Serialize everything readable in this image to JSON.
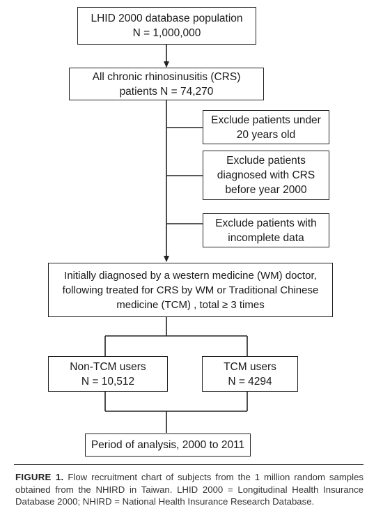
{
  "boxes": {
    "population": {
      "line1": "LHID 2000 database population",
      "line2": "N = 1,000,000"
    },
    "crs": {
      "line1": "All chronic rhinosinusitis (CRS)",
      "line2": "patients  N = 74,270"
    },
    "exclude_age": {
      "line1": "Exclude patients under",
      "line2": "20 years old"
    },
    "exclude_before": {
      "line1": "Exclude patients",
      "line2": "diagnosed with CRS",
      "line3": "before year 2000"
    },
    "exclude_incomplete": {
      "line1": "Exclude patients with",
      "line2": "incomplete data"
    },
    "initial": {
      "line1": "Initially diagnosed by a western medicine (WM) doctor,",
      "line2": "following treated for CRS by WM or Traditional Chinese",
      "line3": "medicine (TCM) , total ≥ 3 times"
    },
    "non_tcm": {
      "line1": "Non-TCM users",
      "line2": "N = 10,512"
    },
    "tcm": {
      "line1": "TCM users",
      "line2": "N = 4294"
    },
    "period": {
      "line1": "Period of analysis, 2000 to 2011"
    }
  },
  "caption": {
    "label": "FIGURE 1.",
    "text": "Flow recruitment chart of subjects from the 1 million random samples obtained from the NHIRD in Taiwan. LHID 2000 = Longitudinal Health Insurance Database 2000; NHIRD = National Health Insurance Research Database."
  },
  "colors": {
    "stroke": "#222222",
    "text": "#1a1a1a"
  }
}
